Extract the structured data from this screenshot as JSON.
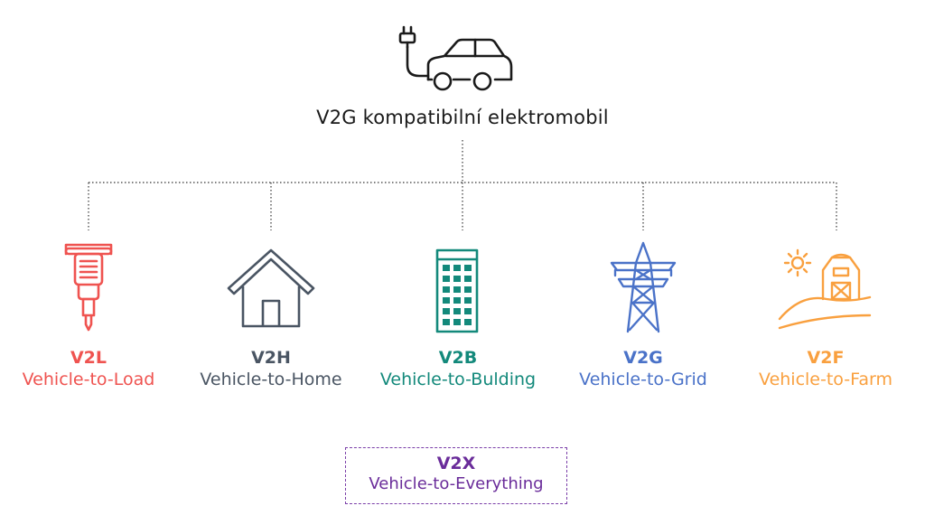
{
  "root": {
    "title": "V2G kompatibilní elektromobil",
    "icon": "ev-car-plug-icon"
  },
  "nodes": [
    {
      "code": "V2L",
      "name": "Vehicle-to-Load",
      "color": "#ef5350",
      "icon": "jackhammer-icon"
    },
    {
      "code": "V2H",
      "name": "Vehicle-to-Home",
      "color": "#4a5563",
      "icon": "house-icon"
    },
    {
      "code": "V2B",
      "name": "Vehicle-to-Bulding",
      "color": "#13897b",
      "icon": "office-building-icon"
    },
    {
      "code": "V2G",
      "name": "Vehicle-to-Grid",
      "color": "#4a72c8",
      "icon": "power-pylon-icon"
    },
    {
      "code": "V2F",
      "name": "Vehicle-to-Farm",
      "color": "#f9a03f",
      "icon": "farm-barn-sun-icon"
    }
  ],
  "footer": {
    "code": "V2X",
    "name": "Vehicle-to-Everything",
    "color": "#6a2c9a"
  }
}
